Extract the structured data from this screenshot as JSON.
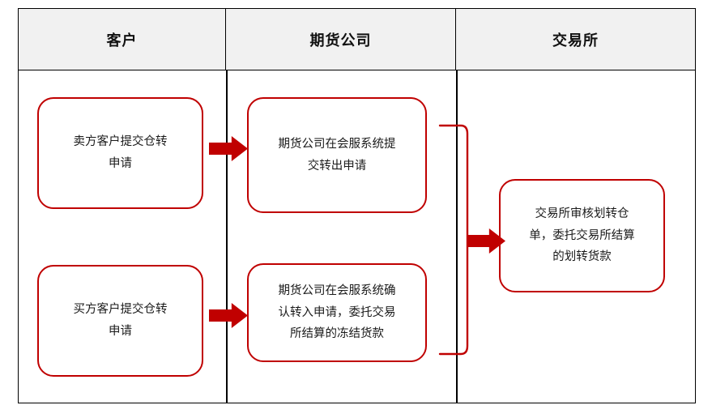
{
  "diagram": {
    "title_colors": {
      "accent": "#c00000",
      "grid_line": "#000000",
      "header_background": "#f1f1f1",
      "node_background": "#ffffff",
      "text": "#1a1a1a"
    },
    "columns": [
      {
        "id": "customer",
        "label": "客户"
      },
      {
        "id": "futures-company",
        "label": "期货公司"
      },
      {
        "id": "exchange",
        "label": "交易所"
      }
    ],
    "nodes": [
      {
        "id": "seller-apply",
        "column": "customer",
        "lines": [
          "卖方客户提交仓转",
          "申请"
        ]
      },
      {
        "id": "buyer-apply",
        "column": "customer",
        "lines": [
          "买方客户提交仓转",
          "申请"
        ]
      },
      {
        "id": "broker-submit-out",
        "column": "futures-company",
        "lines": [
          "期货公司在会服系统提",
          "交转出申请"
        ]
      },
      {
        "id": "broker-confirm-in",
        "column": "futures-company",
        "lines": [
          "期货公司在会服系统确",
          "认转入申请，委托交易",
          "所结算的冻结货款"
        ]
      },
      {
        "id": "exchange-audit",
        "column": "exchange",
        "lines": [
          "交易所审核划转仓",
          "单，委托交易所结算",
          "的划转货款"
        ]
      }
    ],
    "connectors": [
      {
        "id": "seller-to-broker",
        "type": "block-arrow",
        "direction": "right",
        "from": "seller-apply",
        "to": "broker-submit-out"
      },
      {
        "id": "buyer-to-broker",
        "type": "block-arrow",
        "direction": "right",
        "from": "buyer-apply",
        "to": "broker-confirm-in"
      },
      {
        "id": "broker-merge",
        "type": "merge-bracket",
        "from": [
          "broker-submit-out",
          "broker-confirm-in"
        ],
        "to": "exchange-audit"
      },
      {
        "id": "broker-to-exchange",
        "type": "block-arrow",
        "direction": "right",
        "from": "broker-merge",
        "to": "exchange-audit"
      }
    ]
  }
}
